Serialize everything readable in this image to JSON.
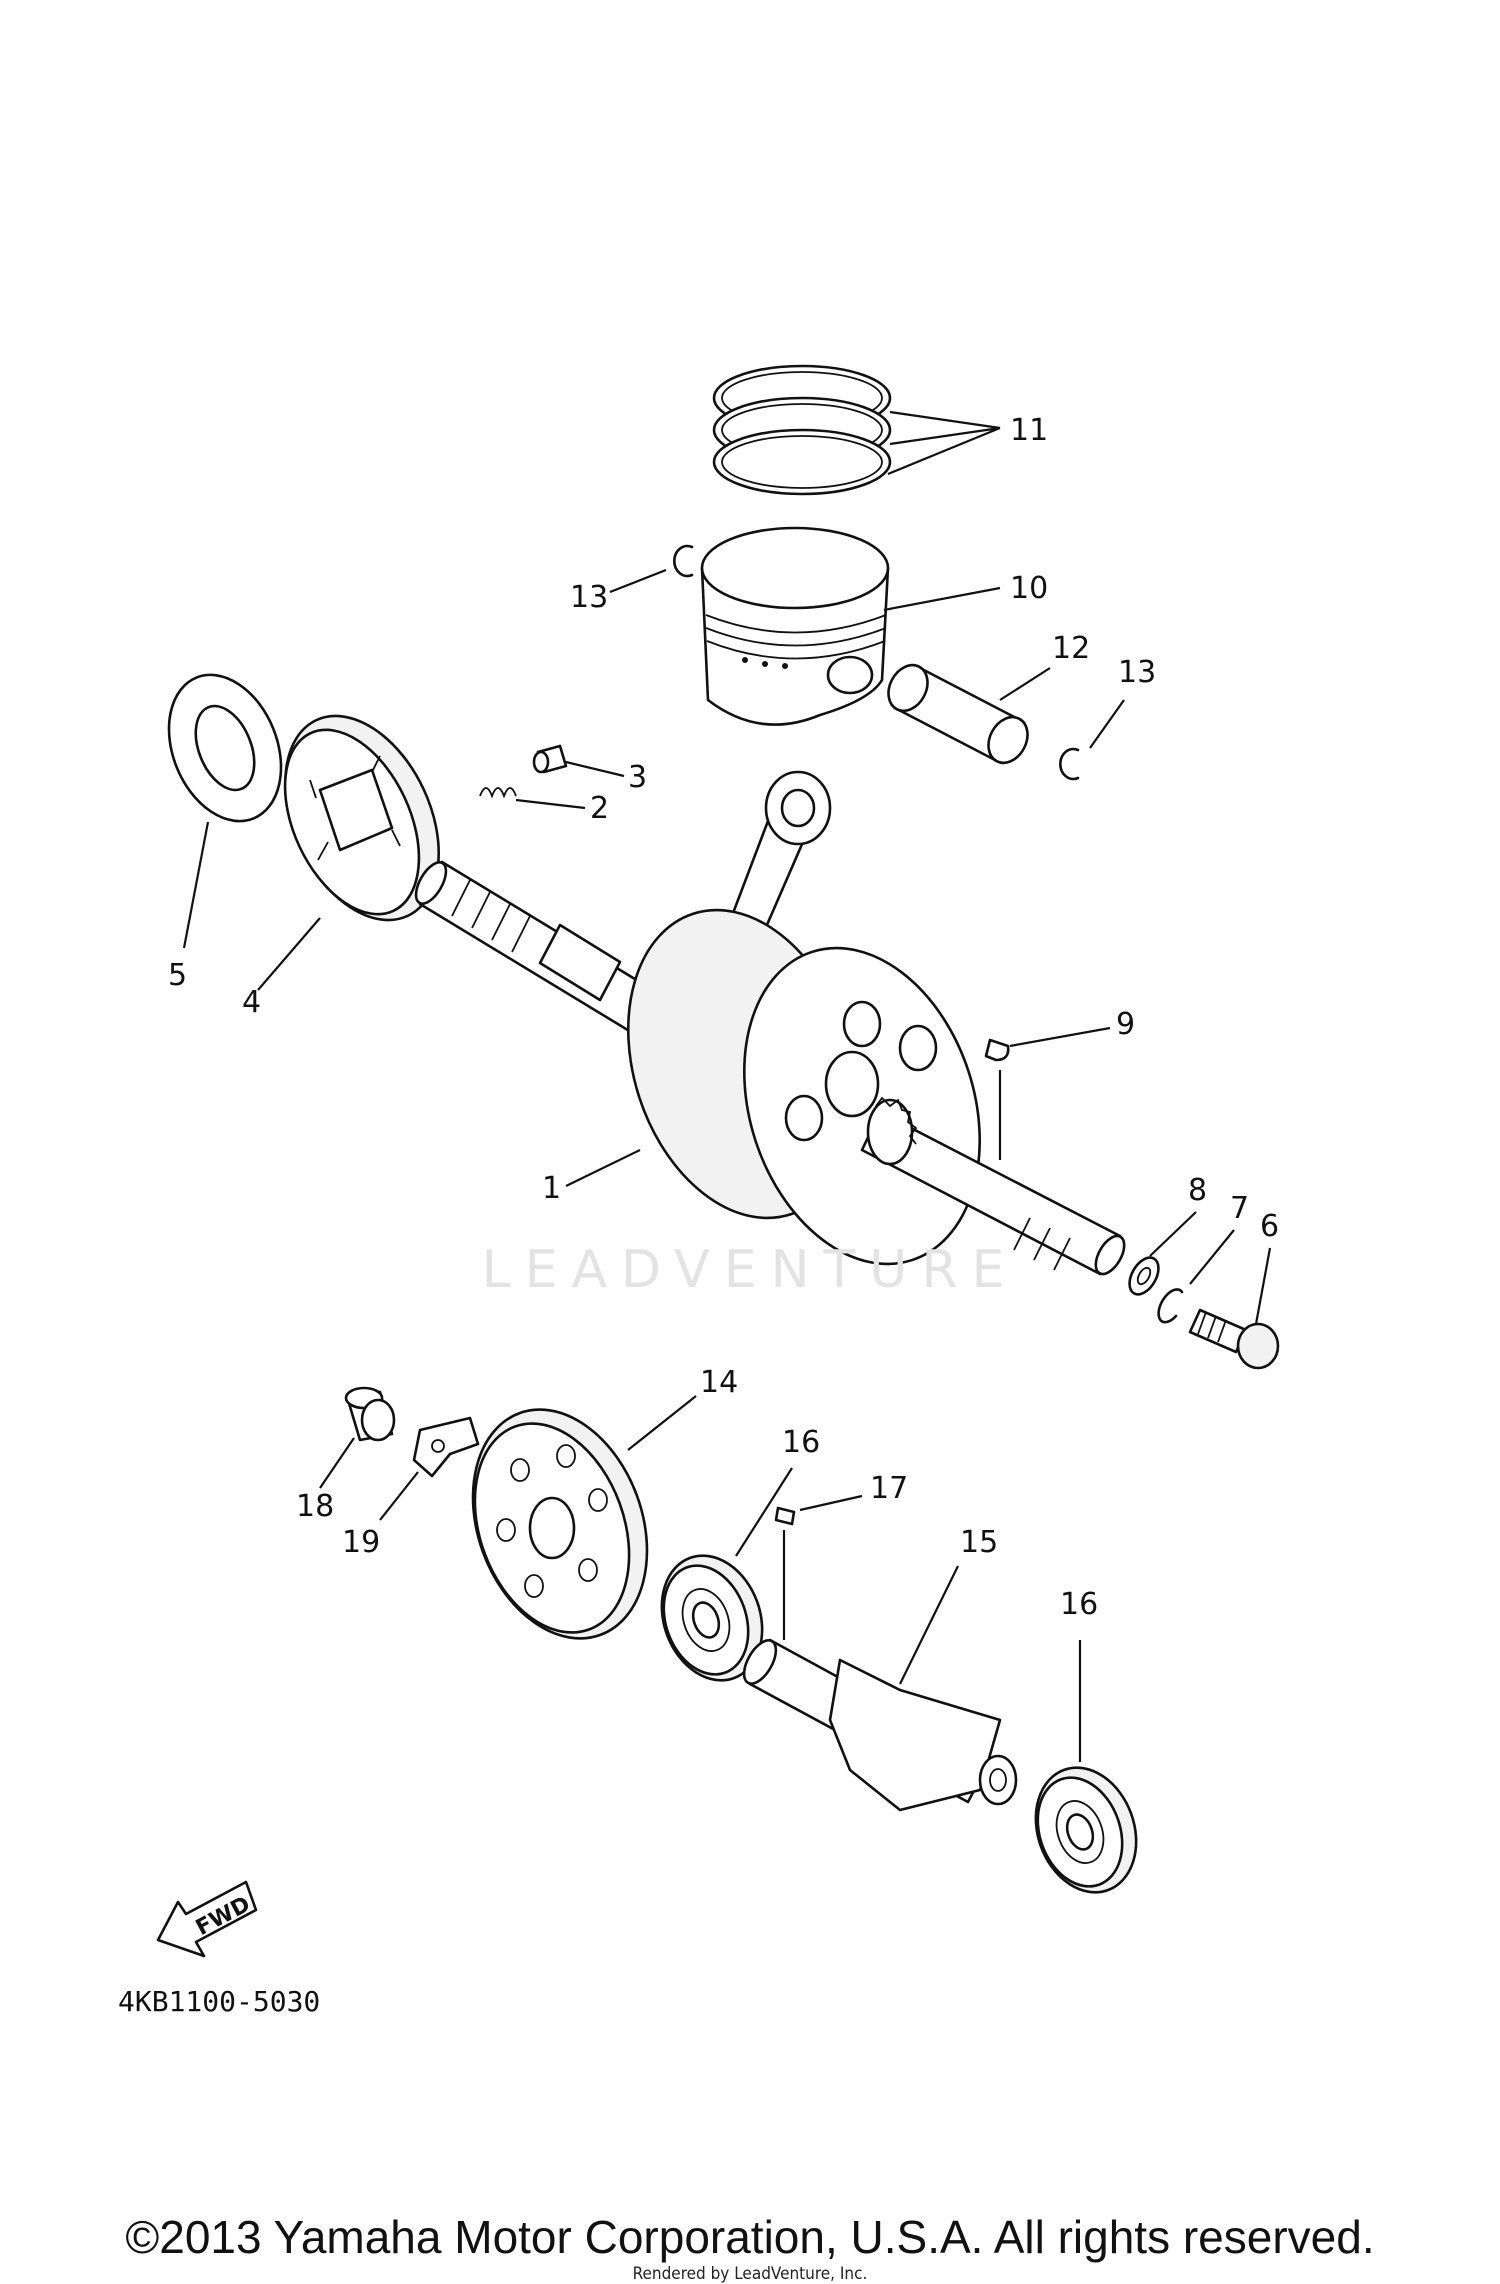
{
  "diagram": {
    "callouts": [
      "1",
      "2",
      "3",
      "4",
      "5",
      "6",
      "7",
      "8",
      "9",
      "10",
      "11",
      "12",
      "13",
      "13",
      "14",
      "15",
      "16",
      "16",
      "17",
      "18",
      "19"
    ],
    "fwd_label": "FWD",
    "drawing_code": "4KB1100-5030",
    "watermark": "LEADVENTURE"
  },
  "footer": {
    "copyright": "©2013 Yamaha Motor Corporation, U.S.A. All rights reserved.",
    "rendered_by": "Rendered by LeadVenture, Inc."
  }
}
